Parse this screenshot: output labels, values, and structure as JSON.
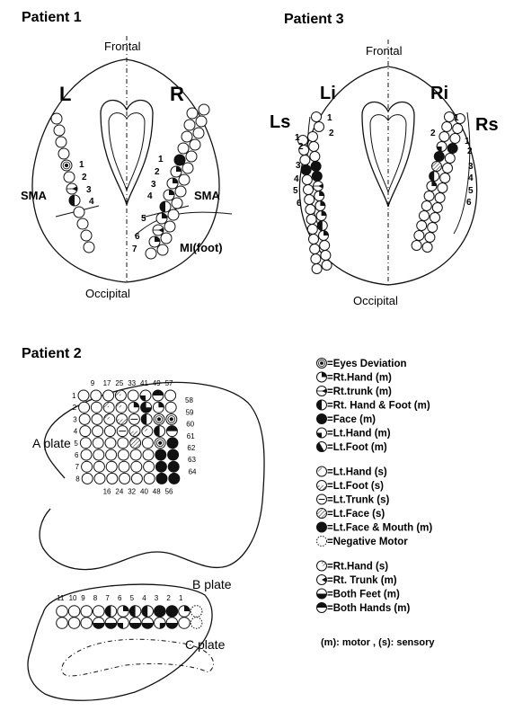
{
  "panels": {
    "patient1": {
      "title": "Patient 1",
      "frontal": "Frontal",
      "occipital": "Occipital",
      "left": "L",
      "right": "R",
      "sma_left": "SMA",
      "sma_right": "SMA",
      "ml": "MI(foot)",
      "left_numbers": [
        "1",
        "2",
        "3",
        "4"
      ],
      "right_numbers": [
        "1",
        "2",
        "3",
        "4",
        "5",
        "6",
        "7"
      ]
    },
    "patient3": {
      "title": "Patient 3",
      "frontal": "Frontal",
      "occipital": "Occipital",
      "li": "Li",
      "ri": "Ri",
      "ls": "Ls",
      "rs": "Rs",
      "left_numbers": [
        "1",
        "2",
        "1",
        "2",
        "3",
        "4",
        "5",
        "6"
      ],
      "right_numbers": [
        "1",
        "2",
        "1",
        "2",
        "3",
        "4",
        "5",
        "6"
      ]
    },
    "patient2": {
      "title": "Patient 2",
      "a_plate": "A plate",
      "b_plate": "B plate",
      "c_plate": "C plate",
      "grid_top_numbers": [
        "9",
        "17",
        "25",
        "33",
        "41",
        "49",
        "57"
      ],
      "grid_left_numbers": [
        "1",
        "2",
        "3",
        "4",
        "5",
        "6",
        "7",
        "8"
      ],
      "grid_right_numbers": [
        "58",
        "59",
        "60",
        "61",
        "62",
        "63",
        "64"
      ],
      "grid_bottom_numbers": [
        "16",
        "24",
        "32",
        "40",
        "48",
        "56"
      ],
      "strip_numbers": [
        "11",
        "10",
        "9",
        "8",
        "7",
        "6",
        "5",
        "4",
        "3",
        "2",
        "1"
      ]
    }
  },
  "legend": {
    "groups": [
      [
        {
          "symbol": "eyes",
          "label": "=Eyes Deviation"
        },
        {
          "symbol": "quarter-tr",
          "label": "=Rt.Hand (m)"
        },
        {
          "symbol": "wedge-e",
          "label": "=Rt.trunk (m)"
        },
        {
          "symbol": "half-left",
          "label": "=Rt. Hand & Foot (m)"
        },
        {
          "symbol": "full",
          "label": "=Face (m)"
        },
        {
          "symbol": "quarter-bl",
          "label": "=Lt.Hand (m)"
        },
        {
          "symbol": "half-bottom-left",
          "label": "=Lt.Foot (m)"
        }
      ],
      [
        {
          "symbol": "hatch-q",
          "label": "=Lt.Hand (s)"
        },
        {
          "symbol": "hatch-b",
          "label": "=Lt.Foot (s)"
        },
        {
          "symbol": "line-mid",
          "label": "=Lt.Trunk (s)"
        },
        {
          "symbol": "hatch-full",
          "label": "=Lt.Face (s)"
        },
        {
          "symbol": "full",
          "label": "=Lt.Face & Mouth (m)"
        },
        {
          "symbol": "dotted",
          "label": "=Negative Motor"
        }
      ],
      [
        {
          "symbol": "hatch-tr",
          "label": "=Rt.Hand (s)"
        },
        {
          "symbol": "wedge-e2",
          "label": "=Rt. Trunk (m)"
        },
        {
          "symbol": "half-bottom",
          "label": "=Both Feet (m)"
        },
        {
          "symbol": "half-top",
          "label": "=Both Hands (m)"
        }
      ]
    ],
    "footnote": "(m): motor , (s): sensory"
  }
}
